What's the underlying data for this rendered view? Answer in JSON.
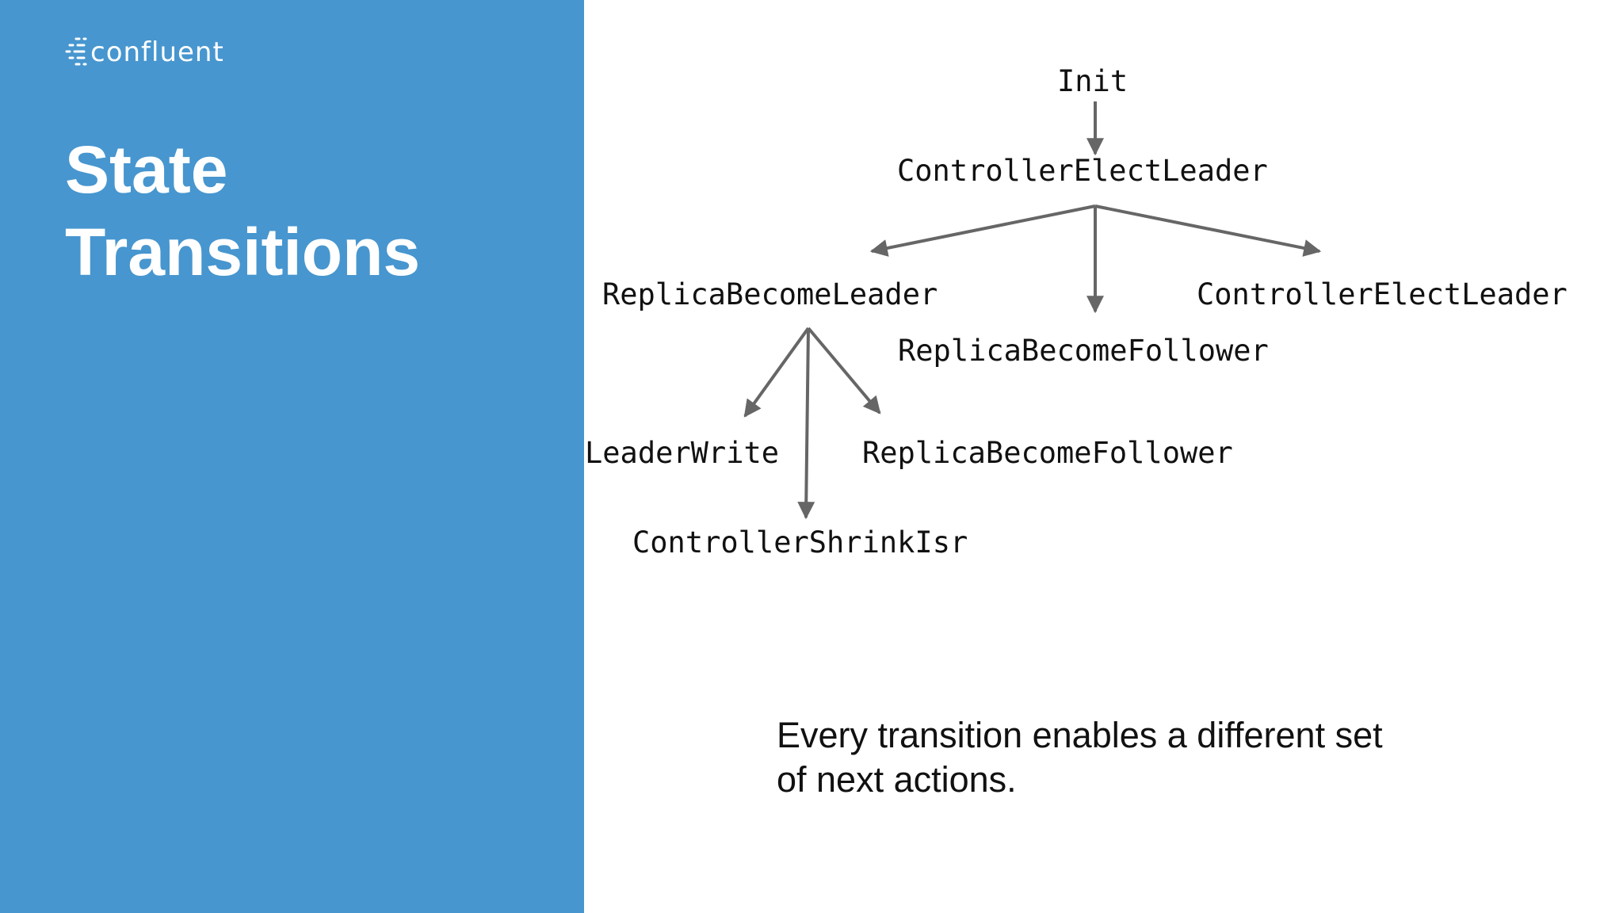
{
  "brand": {
    "logo_text": "confluent"
  },
  "slide": {
    "title_line1": "State",
    "title_line2": "Transitions"
  },
  "diagram": {
    "nodes": {
      "init": "Init",
      "controller_elect_leader_top": "ControllerElectLeader",
      "replica_become_leader": "ReplicaBecomeLeader",
      "replica_become_follower_mid": "ReplicaBecomeFollower",
      "controller_elect_leader_right": "ControllerElectLeader",
      "leader_write": "LeaderWrite",
      "replica_become_follower_low": "ReplicaBecomeFollower",
      "controller_shrink_isr": "ControllerShrinkIsr"
    }
  },
  "caption": {
    "line1": "Every transition enables a different set",
    "line2": "of next actions."
  },
  "colors": {
    "panel": "#4796cf",
    "arrow": "#666666",
    "text": "#111111"
  }
}
